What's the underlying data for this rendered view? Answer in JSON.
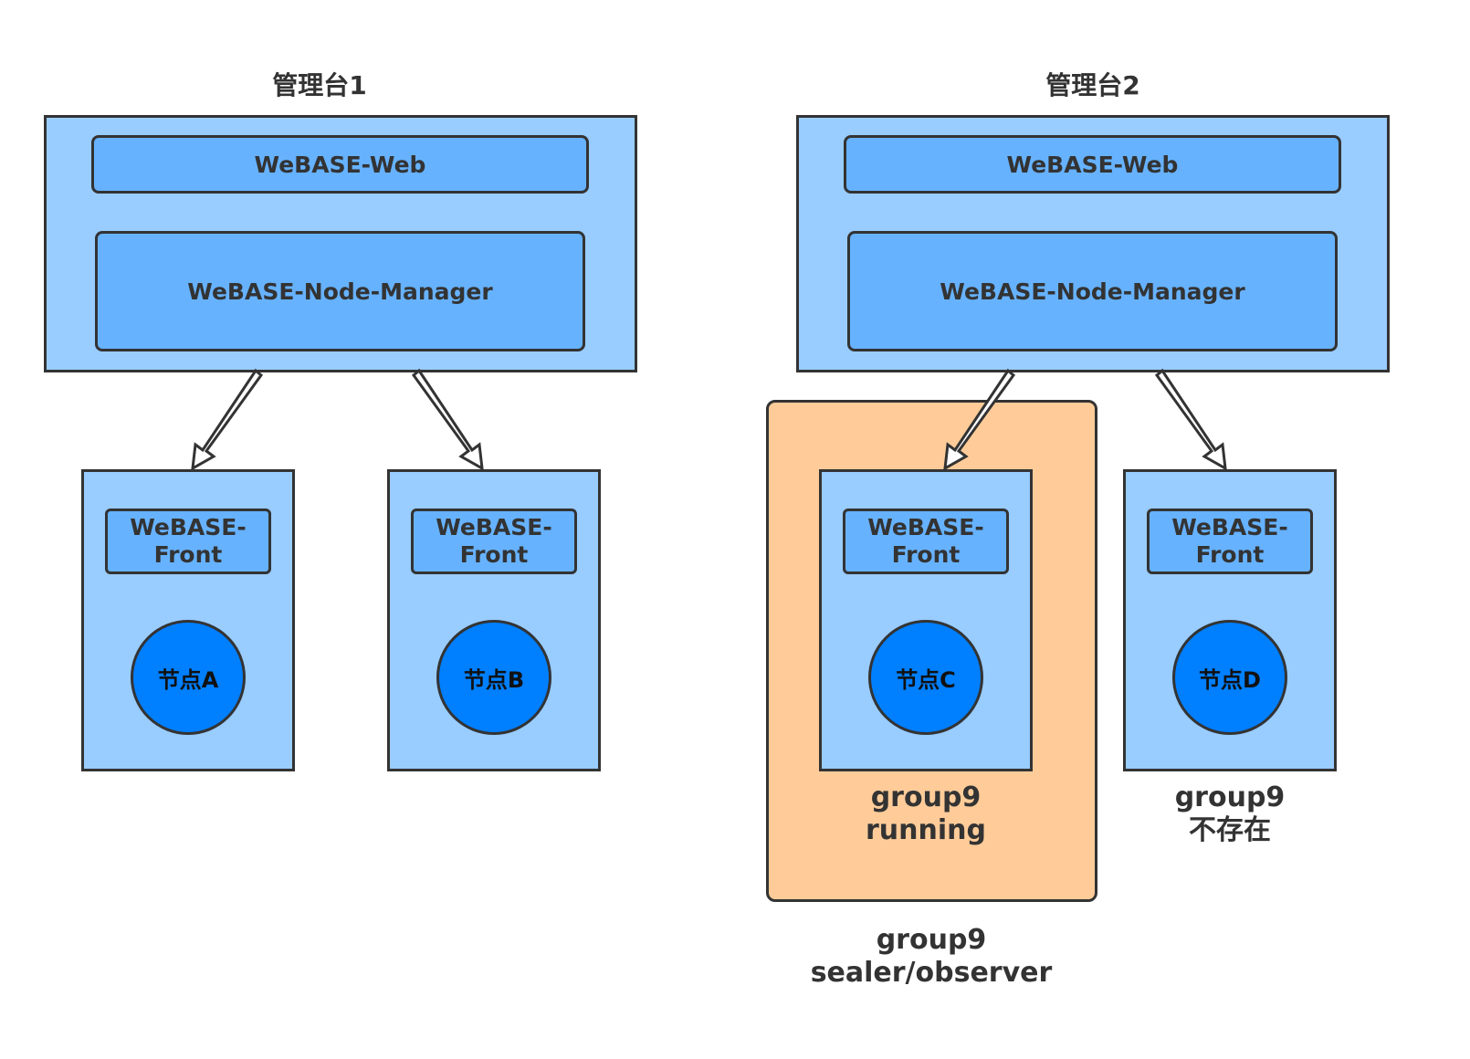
{
  "console1": {
    "title": "管理台1",
    "web_label": "WeBASE-Web",
    "node_manager_label": "WeBASE-Node-Manager"
  },
  "console2": {
    "title": "管理台2",
    "web_label": "WeBASE-Web",
    "node_manager_label": "WeBASE-Node-Manager"
  },
  "fronts": [
    {
      "front_line1": "WeBASE-",
      "front_line2": "Front",
      "node_label": "节点A"
    },
    {
      "front_line1": "WeBASE-",
      "front_line2": "Front",
      "node_label": "节点B"
    },
    {
      "front_line1": "WeBASE-",
      "front_line2": "Front",
      "node_label": "节点C"
    },
    {
      "front_line1": "WeBASE-",
      "front_line2": "Front",
      "node_label": "节点D"
    }
  ],
  "captions": {
    "node_c_line1": "group9",
    "node_c_line2": "running",
    "node_d_line1": "group9",
    "node_d_line2": "不存在",
    "group_area_line1": "group9",
    "group_area_line2": "sealer/observer"
  },
  "colors": {
    "console_fill": "#99ccff",
    "module_fill": "#66b2ff",
    "node_fill": "#007fff",
    "group_area_fill": "#ffcc99",
    "stroke": "#333333"
  }
}
